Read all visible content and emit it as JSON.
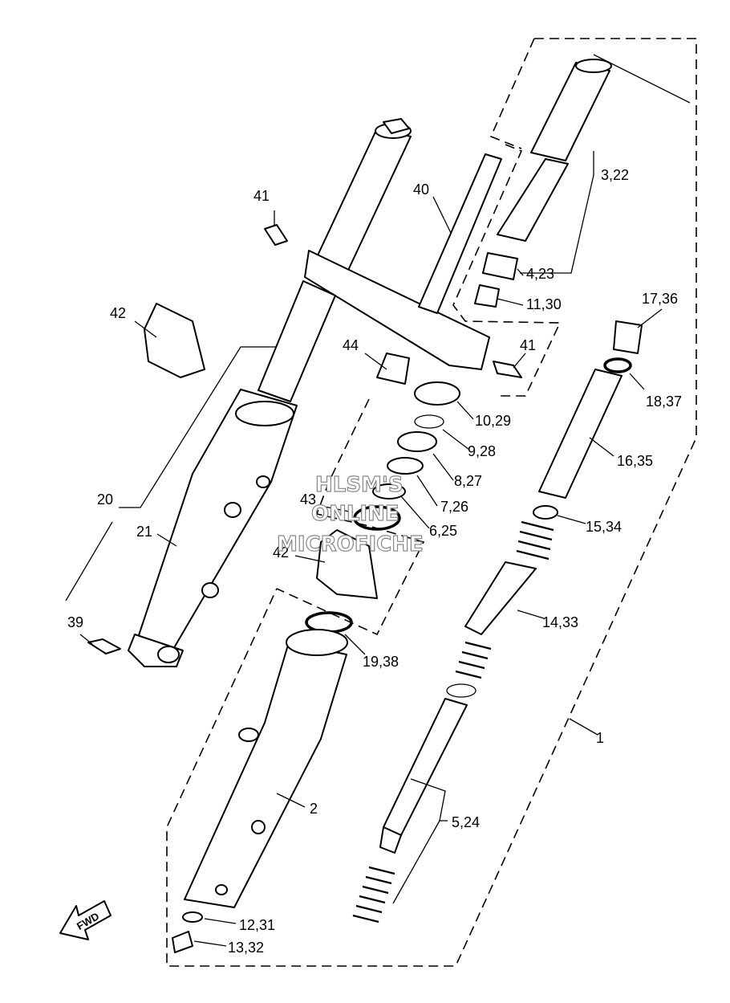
{
  "callouts": [
    "41",
    "40",
    "3,22",
    "4,23",
    "11,30",
    "17,36",
    "42",
    "44",
    "41",
    "10,29",
    "18,37",
    "9,28",
    "16,35",
    "8,27",
    "20",
    "43",
    "7,26",
    "6,25",
    "15,34",
    "21",
    "42",
    "14,33",
    "39",
    "19,38",
    "1",
    "2",
    "5,24",
    "12,31",
    "13,32"
  ],
  "watermark": [
    "HLSM'S",
    "ONLINE",
    "MICROFICHE"
  ],
  "fwd_label": "FWD"
}
